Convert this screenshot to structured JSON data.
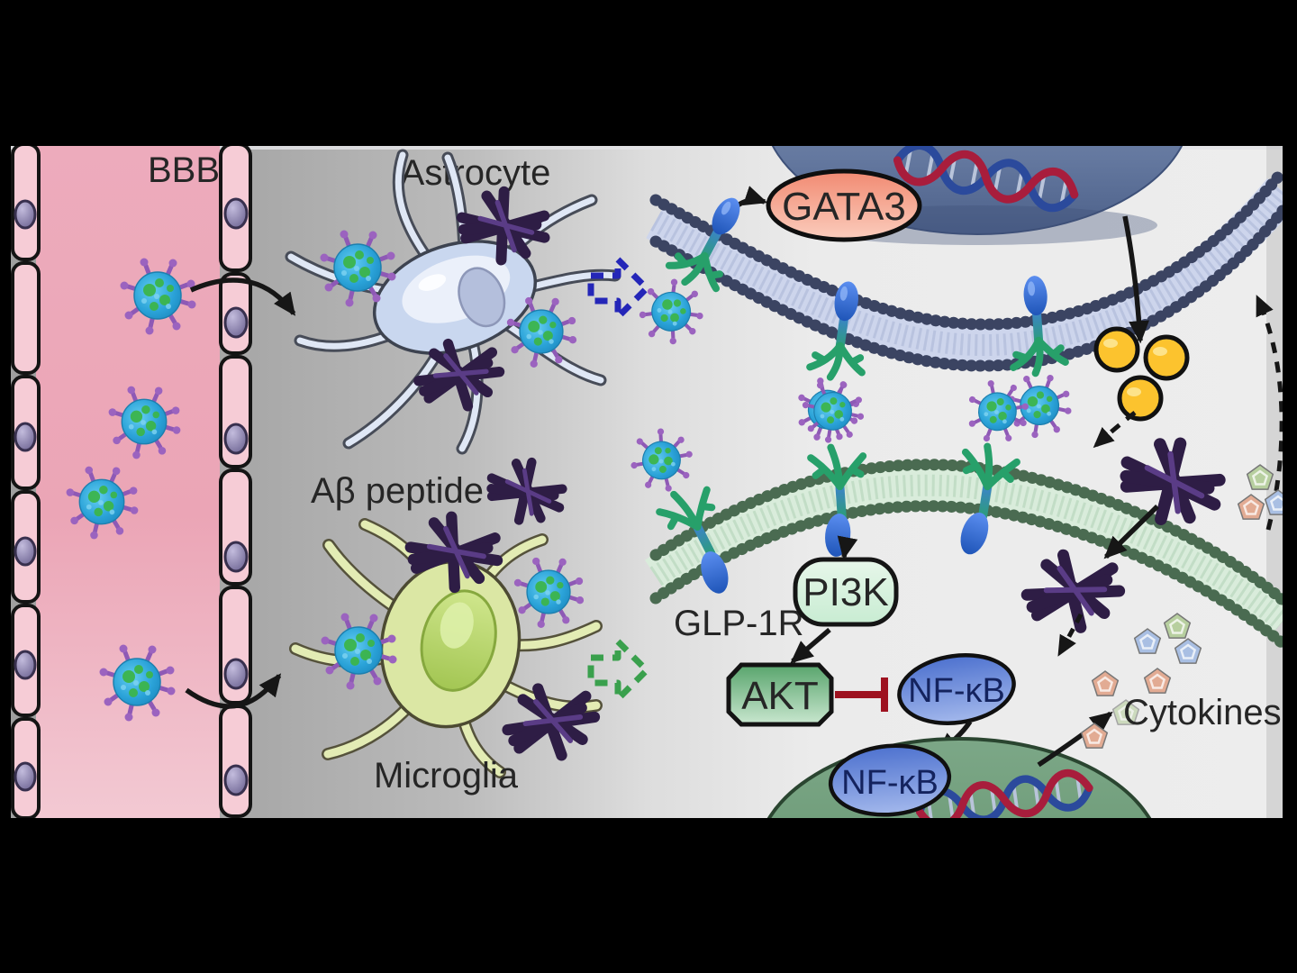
{
  "figure": {
    "labels": {
      "bbb": "BBB",
      "astrocyte": "Astrocyte",
      "abeta": "Aβ peptide",
      "microglia": "Microglia",
      "gata3": "GATA3",
      "glp1r": "GLP-1R",
      "pi3k": "PI3K",
      "akt": "AKT",
      "nfkb_cytoplasm": "NF-κB",
      "nfkb_nucleus": "NF-κB",
      "cytokines": "Cytokines"
    },
    "colors": {
      "letterbox": "#000000",
      "vessel_lumen_pink": "#edaabb",
      "endothelial_cell_pink": "#f6ccd6",
      "endothelial_nucleus_purple": "#8f86b5",
      "brain_panel_gray": "#b3b3b3",
      "cell_interior_light": "#ececec",
      "astrocyte_blue": "#cbd8ef",
      "microglia_green": "#d5e291",
      "abeta_purple": "#2e1d45",
      "nanoparticle_core_blue": "#2aa2d8",
      "nanoparticle_spike_purple": "#8e59b5",
      "membrane_navy": "#3b4462",
      "membrane_green": "#4a6b51",
      "gata3_salmon": "#f4a58e",
      "pi3k_mint": "#dbf3e1",
      "akt_green": "#6fae7e",
      "nfkb_blue": "#6c8cdb",
      "inhibition_red": "#9e1220",
      "vesicle_yellow": "#fcc32e",
      "cytokine_blue": "#a9bfe3",
      "cytokine_green": "#b7cf9f",
      "cytokine_salmon": "#e2ab93",
      "nucleus_top_bluegray": "#6d80a6",
      "nucleus_bottom_green": "#6f9e79"
    }
  }
}
